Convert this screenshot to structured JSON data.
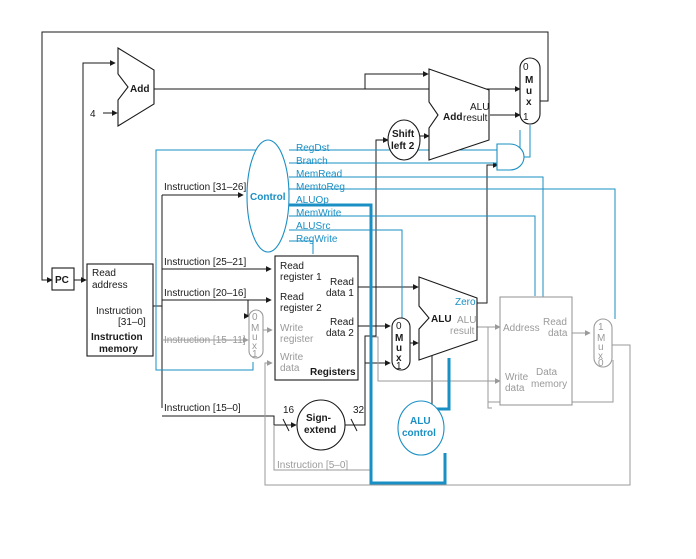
{
  "blocks": {
    "pc": "PC",
    "add_top": "Add",
    "const_four": "4",
    "add_branch": "Add",
    "alu_result_top": "ALU",
    "alu_result_bottom": "result",
    "shift_left_top": "Shift",
    "shift_left_bottom": "left 2",
    "control": "Control",
    "instr_mem_read": "Read",
    "instr_mem_address": "address",
    "instr_mem_instruction": "Instruction",
    "instr_mem_bits": "[31–0]",
    "instr_mem_title_1": "Instruction",
    "instr_mem_title_2": "memory",
    "registers_title": "Registers",
    "read_register_1_a": "Read",
    "read_register_1_b": "register 1",
    "read_register_2_a": "Read",
    "read_register_2_b": "register 2",
    "write_register_a": "Write",
    "write_register_b": "register",
    "write_data_a": "Write",
    "write_data_b": "data",
    "read_data_1_a": "Read",
    "read_data_1_b": "data 1",
    "read_data_2_a": "Read",
    "read_data_2_b": "data 2",
    "sign_extend_top": "Sign-",
    "sign_extend_bottom": "extend",
    "bits_in": "16",
    "bits_out": "32",
    "alu_control_top": "ALU",
    "alu_control_bottom": "control",
    "alu": "ALU",
    "alu_zero": "Zero",
    "alu_out_top": "ALU",
    "alu_out_bottom": "result",
    "dm_address": "Address",
    "dm_read_a": "Read",
    "dm_read_b": "data",
    "dm_write_a": "Write",
    "dm_write_b": "data",
    "dm_title_1": "Data",
    "dm_title_2": "memory"
  },
  "mux_labels": {
    "letters": [
      "M",
      "u",
      "x"
    ],
    "branch_mux_top": "0",
    "branch_mux_bottom": "1",
    "reg_mux_top": "0",
    "reg_mux_bottom": "1",
    "alu_mux_top": "0",
    "alu_mux_bottom": "1",
    "mem_mux_top": "1",
    "mem_mux_bottom": "0"
  },
  "instruction_fields": {
    "f31_26": "Instruction [31–26]",
    "f25_21": "Instruction [25–21]",
    "f20_16": "Instruction [20–16]",
    "f15_11": "Instruction [15–11]",
    "f15_0": "Instruction [15–0]",
    "f5_0": "Instruction [5–0]"
  },
  "control_signals": [
    "RegDst",
    "Branch",
    "MemRead",
    "MemtoReg",
    "ALUOp",
    "MemWrite",
    "ALUSrc",
    "RegWrite"
  ],
  "colors": {
    "datapath": "#1a1a1a",
    "control": "#1a8fc4",
    "inactive": "#9a9a9a"
  }
}
